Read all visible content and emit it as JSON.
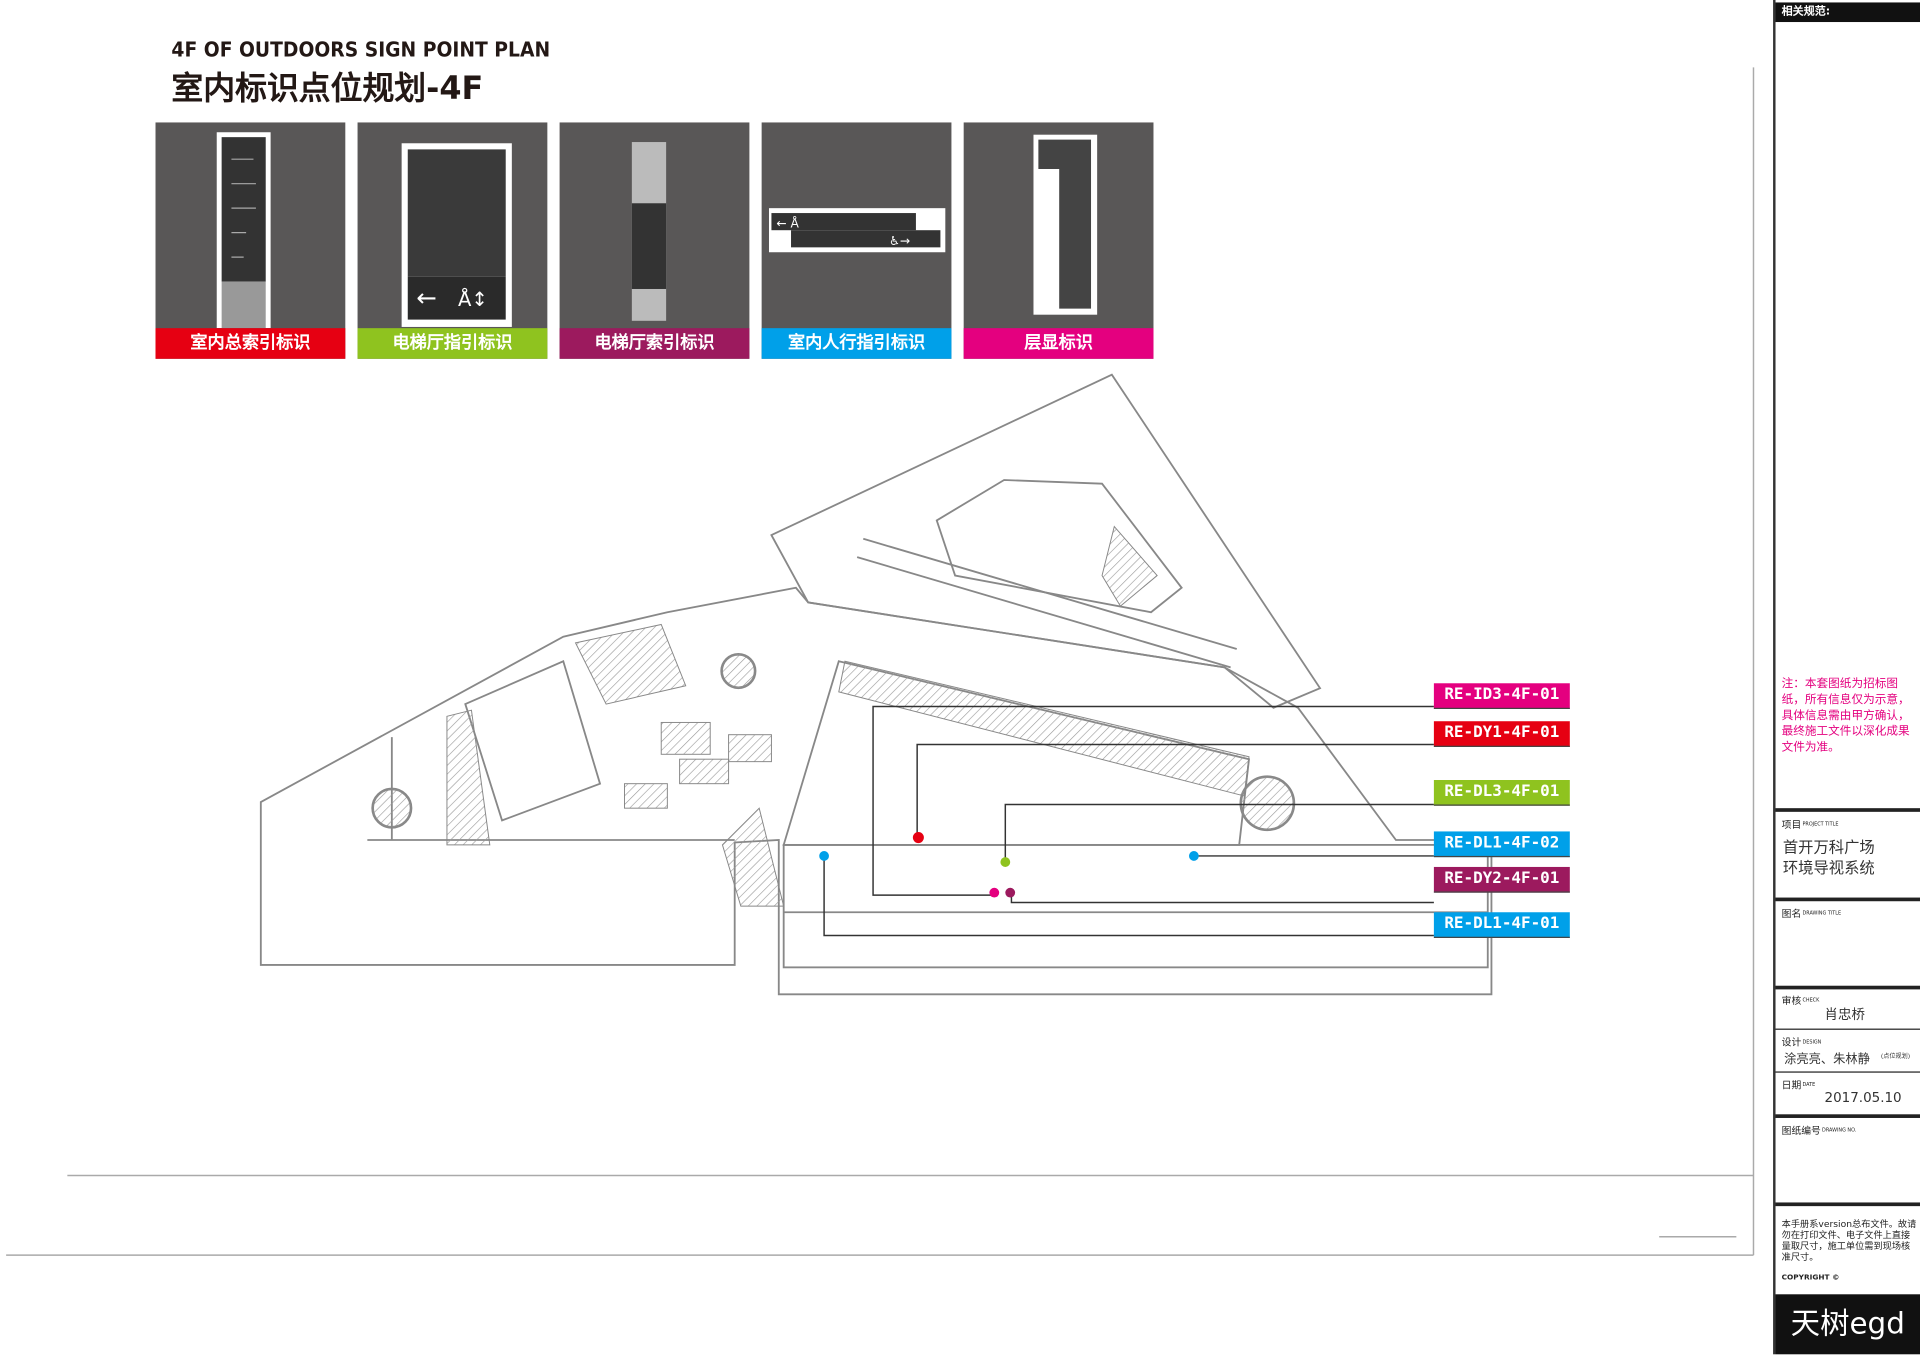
{
  "header": {
    "title_en": "4F OF OUTDOORS SIGN POINT PLAN",
    "title_cn": "室内标识点位规划-4F"
  },
  "sign_types": [
    {
      "label": "室内总索引标识",
      "color": "#e60012"
    },
    {
      "label": "电梯厅指引标识",
      "color": "#8fc31f"
    },
    {
      "label": "电梯厅索引标识",
      "color": "#9c1a5e"
    },
    {
      "label": "室内人行指引标识",
      "color": "#00a0e9"
    },
    {
      "label": "层显标识",
      "color": "#e4007f"
    }
  ],
  "sign_points": [
    {
      "code": "RE-ID3-4F-01",
      "color": "#e4007f"
    },
    {
      "code": "RE-DY1-4F-01",
      "color": "#e60012"
    },
    {
      "code": "RE-DL3-4F-01",
      "color": "#8fc31f"
    },
    {
      "code": "RE-DL1-4F-02",
      "color": "#00a0e9"
    },
    {
      "code": "RE-DY2-4F-01",
      "color": "#9c1a5e"
    },
    {
      "code": "RE-DL1-4F-01",
      "color": "#00a0e9"
    }
  ],
  "title_block": {
    "spec_header": "相关规范:",
    "note": "注：本套图纸为招标图纸，所有信息仅为示意，具体信息需由甲方确认，最终施工文件以深化成果文件为准。",
    "project_label": "项目",
    "project_label_en": "PROJECT TITLE",
    "project_title_line1": "首开万科广场",
    "project_title_line2": "环境导视系统",
    "drawing_title_label": "图名",
    "drawing_title_label_en": "DRAWING TITLE",
    "check_label": "审核",
    "check_label_en": "CHECK",
    "check_value": "肖忠桥",
    "design_label": "设计",
    "design_label_en": "DESIGN",
    "design_value": "涂亮亮、朱林静",
    "design_note": "(点位规划)",
    "date_label": "日期",
    "date_label_en": "DATE",
    "date_value": "2017.05.10",
    "drawing_no_label": "图纸编号",
    "drawing_no_label_en": "DRAWING NO.",
    "copyright_text": "本手册系version总布文件。故请勿在打印文件、电子文件上直接量取尺寸，施工单位需到现场核准尺寸。",
    "copyright_label": "COPYRIGHT ©",
    "logo_text": "天树egd"
  }
}
